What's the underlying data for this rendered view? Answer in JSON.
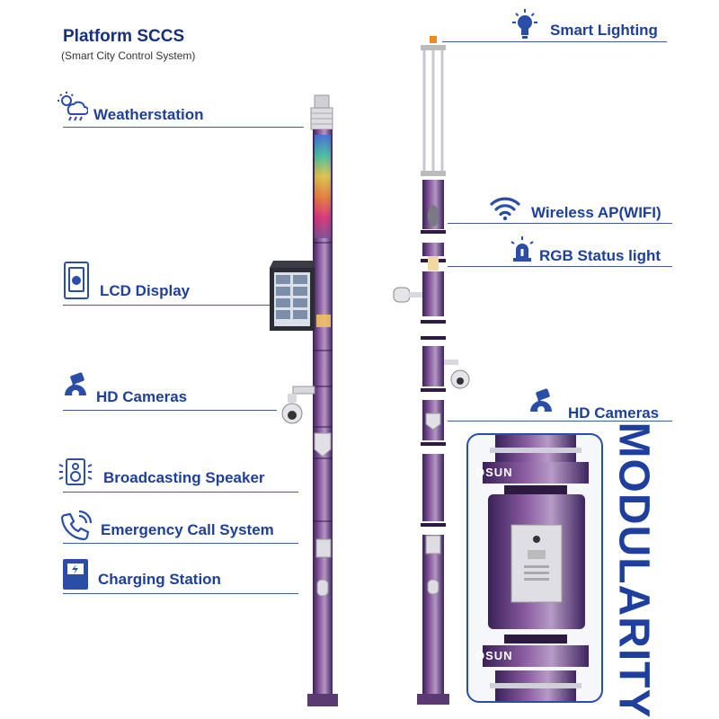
{
  "header": {
    "title": "Platform SCCS",
    "subtitle": "(Smart City Control System)"
  },
  "left_labels": [
    {
      "text": "Weatherstation",
      "icon": "weather-icon"
    },
    {
      "text": "LCD Display",
      "icon": "lcd-display-icon"
    },
    {
      "text": "HD Cameras",
      "icon": "camera-icon"
    },
    {
      "text": "Broadcasting Speaker",
      "icon": "speaker-icon"
    },
    {
      "text": "Emergency Call System",
      "icon": "phone-icon"
    },
    {
      "text": "Charging Station",
      "icon": "charging-icon"
    }
  ],
  "right_labels": [
    {
      "text": "Smart Lighting",
      "icon": "lightbulb-icon"
    },
    {
      "text": "Wireless AP(WIFI)",
      "icon": "wifi-icon"
    },
    {
      "text": "RGB Status light",
      "icon": "alarm-light-icon"
    },
    {
      "text": "HD Cameras",
      "icon": "camera-icon"
    }
  ],
  "module_brand": "OSUN",
  "modularity_text": "MODULARITY",
  "colors": {
    "label": "#1e3f9a",
    "title": "#16307a",
    "pole_dark": "#3a2058",
    "pole_mid": "#7a4d8e",
    "pole_light": "#a888b8",
    "line": "#3e5aa8"
  }
}
